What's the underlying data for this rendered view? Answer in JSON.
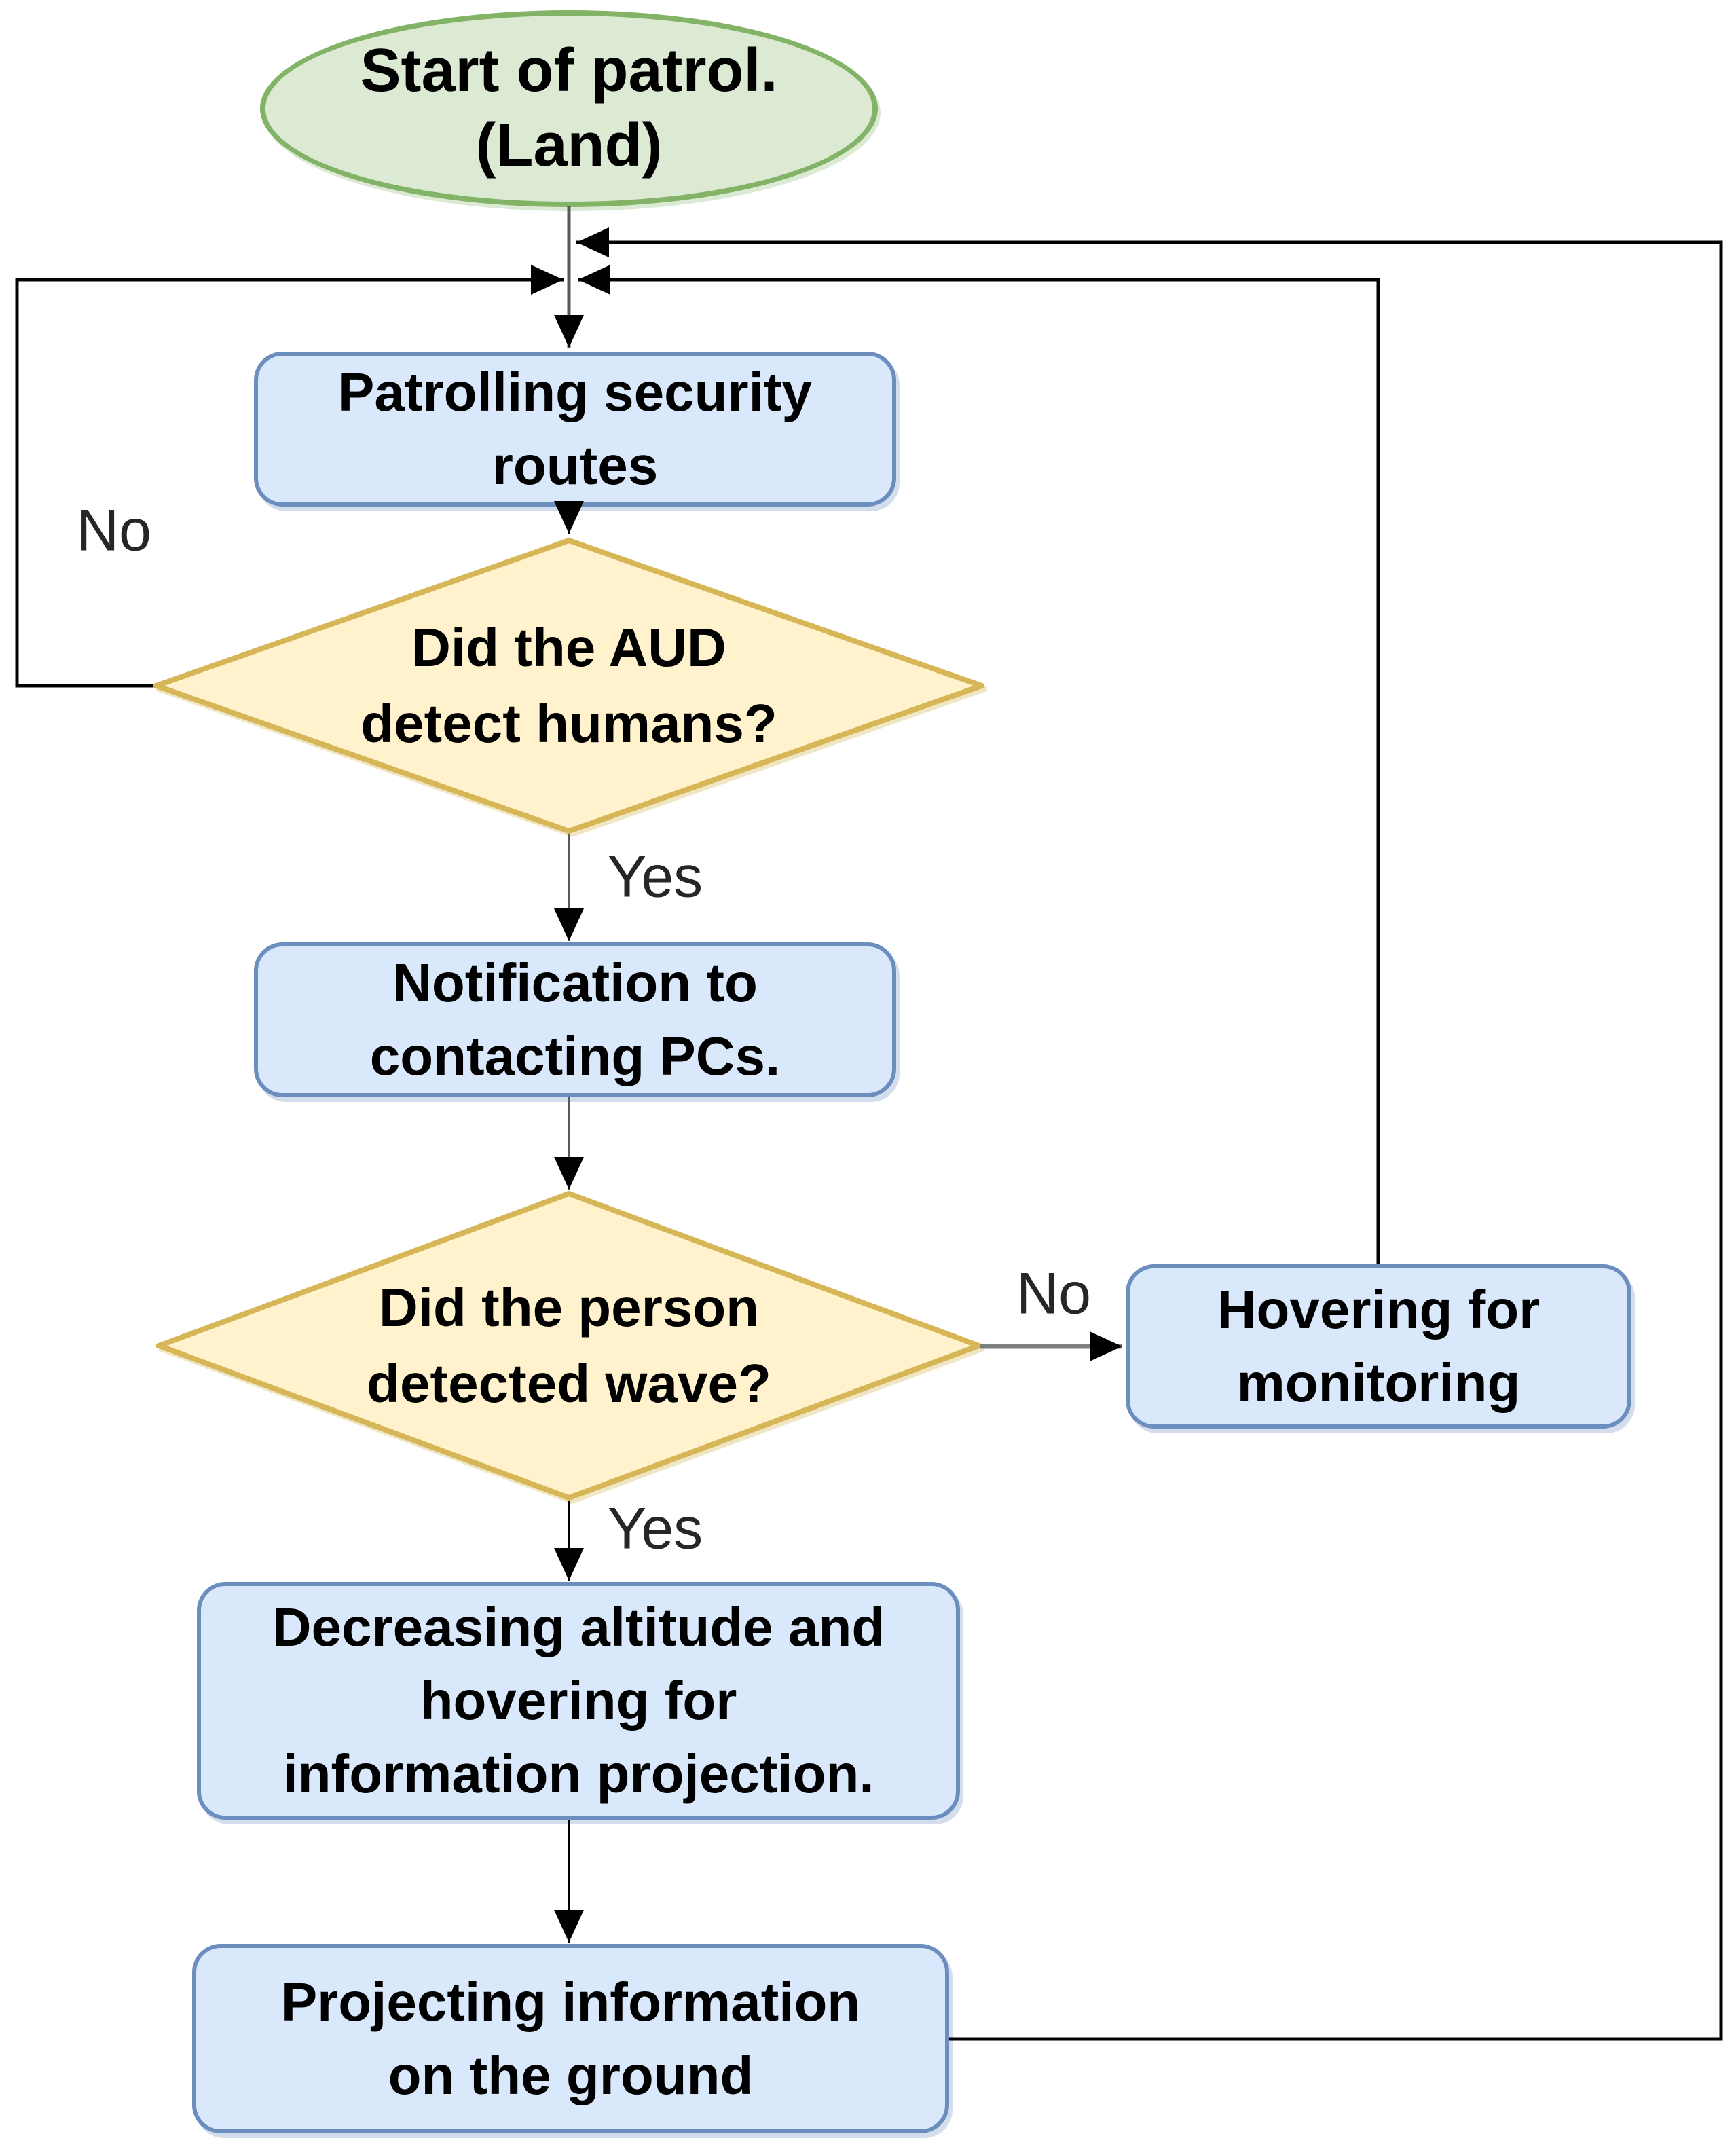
{
  "flowchart": {
    "nodes": {
      "start": {
        "label": "Start of patrol.\n(Land)",
        "type": "terminator"
      },
      "patrolling": {
        "label": "Patrolling security\nroutes",
        "type": "process"
      },
      "detect_humans": {
        "label": "Did the AUD\ndetect humans?",
        "type": "decision"
      },
      "notification": {
        "label": "Notification to\ncontacting PCs.",
        "type": "process"
      },
      "person_wave": {
        "label": "Did the person\ndetected wave?",
        "type": "decision"
      },
      "hovering": {
        "label": "Hovering for\nmonitoring",
        "type": "process"
      },
      "decreasing": {
        "label": "Decreasing altitude and\nhovering for\ninformation projection.",
        "type": "process"
      },
      "projecting": {
        "label": "Projecting information\non the ground",
        "type": "process"
      }
    },
    "edges": [
      {
        "from": "start",
        "to": "patrolling",
        "label": ""
      },
      {
        "from": "patrolling",
        "to": "detect_humans",
        "label": ""
      },
      {
        "from": "detect_humans",
        "to": "patrolling",
        "label": "No"
      },
      {
        "from": "detect_humans",
        "to": "notification",
        "label": "Yes"
      },
      {
        "from": "notification",
        "to": "person_wave",
        "label": ""
      },
      {
        "from": "person_wave",
        "to": "hovering",
        "label": "No"
      },
      {
        "from": "person_wave",
        "to": "decreasing",
        "label": "Yes"
      },
      {
        "from": "hovering",
        "to": "patrolling",
        "label": ""
      },
      {
        "from": "decreasing",
        "to": "projecting",
        "label": ""
      },
      {
        "from": "projecting",
        "to": "patrolling",
        "label": ""
      }
    ],
    "colors": {
      "terminator-fill": "#dcead4",
      "terminator-border": "#82b366",
      "process-fill": "#dae8fc",
      "process-border": "#6c8ebf",
      "decision-fill": "#fff2cc",
      "decision-border": "#d6b656",
      "edge": "#000000",
      "edge-gray": "#7f7f7f",
      "trunk-gray": "#595959",
      "label-color": "#262626",
      "text-color": "#000000",
      "background": "#ffffff"
    }
  }
}
